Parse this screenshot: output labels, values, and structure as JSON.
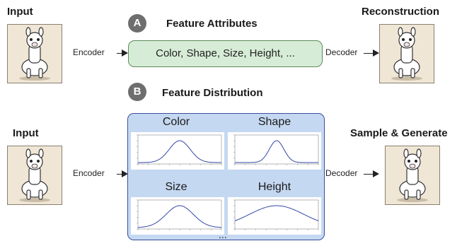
{
  "top": {
    "input_title": "Input",
    "output_title": "Reconstruction",
    "encoder_label": "Encoder",
    "decoder_label": "Decoder",
    "badge": "A",
    "section_title": "Feature Attributes",
    "attributes_text": "Color, Shape, Size, Height, ..."
  },
  "bottom": {
    "input_title": "Input",
    "output_title": "Sample & Generate",
    "encoder_label": "Encoder",
    "decoder_label": "Decoder",
    "badge": "B",
    "section_title": "Feature Distribution",
    "plots": [
      {
        "label": "Color",
        "mean": 0,
        "std": 1.0
      },
      {
        "label": "Shape",
        "mean": 0,
        "std": 0.7
      },
      {
        "label": "Size",
        "mean": 0,
        "std": 1.3
      },
      {
        "label": "Height",
        "mean": 0,
        "std": 2.6
      }
    ],
    "ellipsis": "..."
  },
  "colors": {
    "attr_box_fill": "#d7ecd6",
    "dist_box_fill": "#c5d8f1",
    "curve": "#3347a8",
    "badge": "#6e6e6e"
  }
}
